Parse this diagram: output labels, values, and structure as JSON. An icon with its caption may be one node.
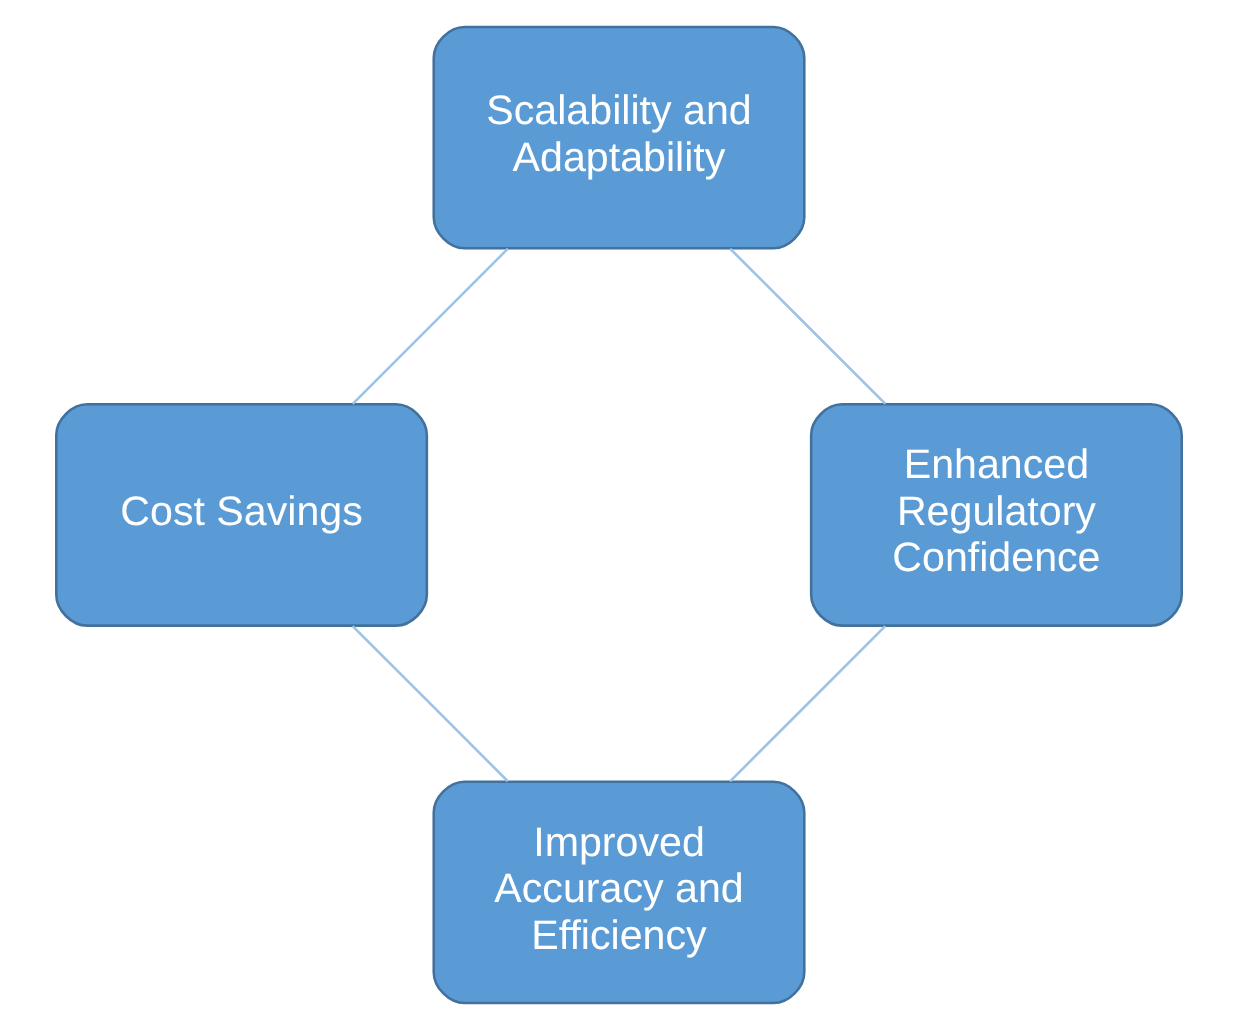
{
  "diagram": {
    "nodes": [
      {
        "text": [
          "Improved Accuracy and Efficiency"
        ]
      },
      {
        "text": [
          "Enhanced Regulatory Confidence"
        ]
      },
      {
        "text": [
          "Cost Savings"
        ]
      },
      {
        "text": [
          "Scalability and Adaptability"
        ]
      }
    ],
    "edges": [
      {
        "from": 0,
        "to": 2,
        "arrow": "none"
      },
      {
        "from": 2,
        "to": 3,
        "arrow": "none"
      },
      {
        "from": 3,
        "to": 1,
        "arrow": "none"
      },
      {
        "from": 1,
        "to": 0,
        "arrow": "none"
      }
    ]
  }
}
